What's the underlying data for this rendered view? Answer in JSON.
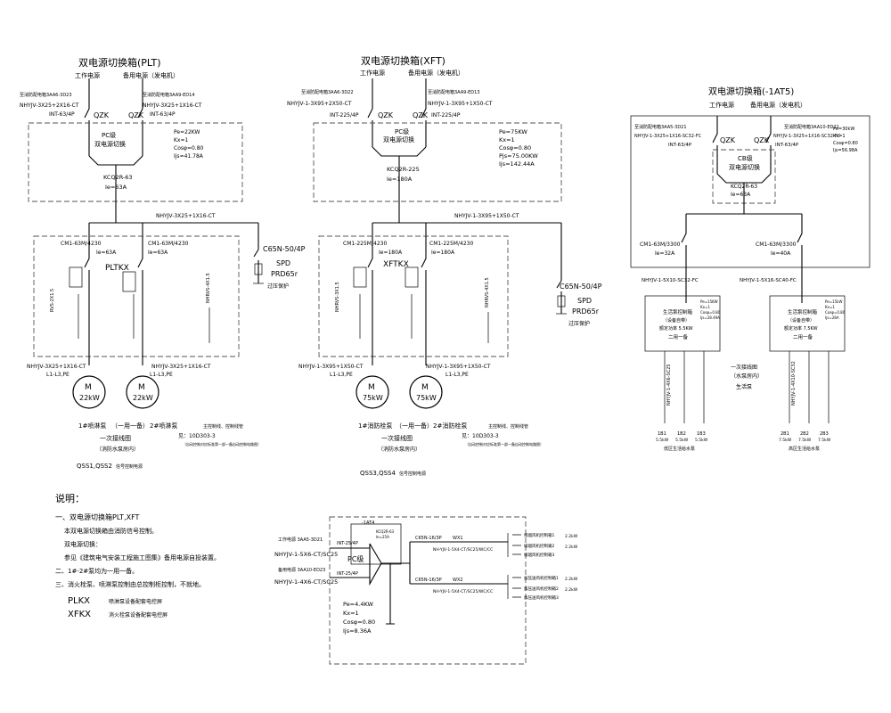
{
  "panel_plt": {
    "title": "双电源切换箱(PLT)",
    "src1": "工作电源",
    "src2": "备用电源（发电机）",
    "cable_top1": "NHYJV-3X25+2X16-CT",
    "cable_top2": "NHYJV-3X25+1X16-CT",
    "from1": "至消防配电箱3AA6-3D23",
    "from2": "至消防配电箱3AA9-ED14",
    "breaker1": "INT-63/4P",
    "breaker2": "INT-63/4P",
    "qzk": "QZK",
    "pc": "PC级",
    "ats_label": "双电源切换",
    "ats_model": "KCQ2R-63",
    "ats_ie": "Ie=63A",
    "params": [
      "Pe=22KW",
      "Kx=1",
      "Cosφ=0.80",
      "Ijs=41.78A"
    ],
    "bus_cable": "NHYJV-3X25+1X16-CT",
    "cb1": "CM1-63M/4230",
    "cb2": "CM1-63M/4230",
    "ie1": "Ie=63A",
    "ie2": "Ie=63A",
    "box_name": "PLTKX",
    "spd_breaker": "C65N-50/4P",
    "spd": "SPD",
    "spd_model": "PRD65r",
    "spd_note": "过压保护",
    "motor_cable1": "NHYJV-3X25+1X16-CT",
    "motor_cable2": "NHYJV-3X25+1X16-CT",
    "l1": "L1-L3,PE",
    "l2": "L1-L3,PE",
    "motor1": "22kW",
    "motor2": "22kW",
    "m": "M",
    "pump1": "1#喷淋泵",
    "pump2": "2#喷淋泵",
    "one_use": "（一用一备）",
    "secondary": "一次接线图",
    "pump_dir": "（消防水泵房内）",
    "ref": "见：10D303-3",
    "ref_note1": "主控制线、控制线管",
    "ref_note2": "（自动控制对应标准第一部一备自动控制电路图）",
    "qss": "QSS1,QSS2",
    "qss_note": "信号控制电源"
  },
  "panel_xft": {
    "title": "双电源切换箱(XFT)",
    "src1": "工作电源",
    "src2": "备用电源（发电机）",
    "cable_top1": "NHYJV-1-3X95+2X50-CT",
    "cable_top2": "NHYJV-1-3X95+1X50-CT",
    "from1": "至消防配电箱3AA6-3D22",
    "from2": "至消防配电箱3AA9-ED13",
    "breaker1": "INT-225/4P",
    "breaker2": "INT-225/4P",
    "qzk": "QZK",
    "pc": "PC级",
    "ats_label": "双电源切换",
    "ats_model": "KCQ2R-225",
    "ats_ie": "Ie=180A",
    "params": [
      "Pe=75KW",
      "Kx=1",
      "Cosφ=0.80",
      "Pjs=75.00KW",
      "Ijs=142.44A"
    ],
    "bus_cable": "NHYJV-1-3X95+1X50-CT",
    "cb1": "CM1-225M/4230",
    "cb2": "CM1-225M/4230",
    "ie1": "Ie=180A",
    "ie2": "Ie=180A",
    "box_name": "XFTKX",
    "spd_breaker": "C65N-50/4P",
    "spd": "SPD",
    "spd_model": "PRD65r",
    "spd_note": "过压保护",
    "motor_cable1": "NHYJV-1-3X95+1X50-CT",
    "motor_cable2": "NHYJV-1-3X95+1X50-CT",
    "l1": "L1-L3,PE",
    "l2": "L1-L3,PE",
    "motor1": "75kW",
    "motor2": "75kW",
    "m": "M",
    "pump1": "1#消防栓泵",
    "pump2": "2#消防栓泵",
    "one_use": "（一用一备）",
    "secondary": "一次接线图",
    "pump_dir": "（消防水泵房内）",
    "ref": "见：10D303-3",
    "ref_note1": "主控制线、控制线管",
    "ref_note2": "（自动控制对应标准第一部一备自动控制电路图）",
    "qss": "QSS3,QSS4",
    "qss_note": "信号控制电源"
  },
  "panel_1at5": {
    "title": "双电源切换箱(-1AT5)",
    "src1": "工作电源",
    "src2": "备用电源（发电机）",
    "from1": "至消防配电箱3AA5-3D21",
    "from2": "至消防配电箱3AA10-ED22",
    "cable_top1": "NHYJV-1-3X25+1X16-SC32-FC",
    "cable_top2": "NHYJV-1-3X25+1X16-SC32-FC",
    "breaker1": "INT-63/4P",
    "breaker2": "INT-63/4P",
    "qzk": "QZK",
    "pc": "CB级",
    "ats_label": "双电源切换",
    "ats_model": "KCQ2R-63",
    "ats_ie": "Ie=63A",
    "params": [
      "Pe=30kW",
      "Kx=1",
      "Cosφ=0.80",
      "Ijs=56.98A"
    ],
    "cb1": "CM1-63M/3300",
    "cb2": "CM1-63M/3300",
    "ie1": "Ie=32A",
    "ie2": "Ie=40A",
    "cable_l": "NHYJV-1-5X10-SC32-FC",
    "cable_r": "NHYJV-1-5X16-SC40-FC",
    "sub_l_title": "生活泵控制箱",
    "sub_l_sub": "（设备自带）",
    "sub_l_spec": "额定功率 5.5KW",
    "sub_l_mode": "二用一备",
    "sub_l_params": [
      "Pe=15KW",
      "Kx=1",
      "Cosφ=0.80",
      "Ijs=28.49A"
    ],
    "sub_r_title": "生活泵控制箱",
    "sub_r_sub": "（设备自带）",
    "sub_r_spec": "额定功率 7.5KW",
    "sub_r_mode": "二用一备",
    "sub_r_params": [
      "Pe=15kW",
      "Kx=1",
      "Cosφ=0.80",
      "Ijs=28A"
    ],
    "note_center1": "一次接线图",
    "note_center2": "（水泵房内）",
    "note_center3": "生活泵",
    "out_l_cable": "NHYJV-1-4X6-SC25",
    "out_r_cable": "NHYJV-1-4X10-SC32",
    "pumps_l": [
      {
        "id": "1B1",
        "kw": "5.5kW"
      },
      {
        "id": "1B2",
        "kw": "5.5kW"
      },
      {
        "id": "1B3",
        "kw": "5.5kW"
      }
    ],
    "pumps_r": [
      {
        "id": "2B1",
        "kw": "7.5kW"
      },
      {
        "id": "2B2",
        "kw": "7.5kW"
      },
      {
        "id": "2B3",
        "kw": "7.5kW"
      }
    ],
    "pumps_l_caption": "低区生活给水泵",
    "pumps_r_caption": "高区生活给水泵"
  },
  "notes": {
    "title": "说明：",
    "line1": "一、双电源切换箱PLT,XFT",
    "line2": "本双电源切换箱由消防信号控制。",
    "line3": "双电源切换：",
    "line4": "参见《建筑电气安装工程施工图集》备用电源自投装置。",
    "line5": "二、1#-2#泵均为一用一备。",
    "line6": "三、消火栓泵、喷淋泵控制由总控制柜控制，不就地。",
    "plkx": "PLKX",
    "plkx_desc": "喷淋泵设备配套电控屏",
    "xfkx": "XFKX",
    "xfkx_desc": "消火栓泵设备配套电控屏"
  },
  "panel_1at": {
    "tag": "-1AT4",
    "src1": "工作电源 3AA5-3D21",
    "cable1": "NHYJV-1-5X6-CT/SC25",
    "src2": "备用电源 3AA10-ED23",
    "cable2": "NHYJV-1-4X6-CT/SC25",
    "breaker1": "INT-25/4P",
    "breaker2": "INT-25/4P",
    "pc": "PC级",
    "ats_model": "KCQ2R-63",
    "ats_ie": "Ie=25A",
    "out1_breaker": "C65N-16/3P",
    "out1_id": "WX1",
    "out1_cable": "NH-YJV-1-5X4-CT/SC25/WC/CC",
    "out2_breaker": "C65N-16/3P",
    "out2_id": "WX2",
    "out2_cable": "NH-YJV-1-5X4-CT/SC25/WC/CC",
    "params": [
      "Pe=4.4KW",
      "Kx=1",
      "Cosφ=0.80",
      "Ijs=8.36A"
    ],
    "fans_top": [
      "排烟风机控制箱1",
      "排烟风机控制箱2",
      "排烟风机控制箱3"
    ],
    "fans_top_kw": [
      "2.2kW",
      "2.2kW"
    ],
    "fans_bot": [
      "加压送风机控制箱1",
      "加压送风机控制箱2",
      "加压送风机控制箱3"
    ],
    "fans_bot_kw": [
      "2.2kW",
      "2.2kW"
    ]
  }
}
